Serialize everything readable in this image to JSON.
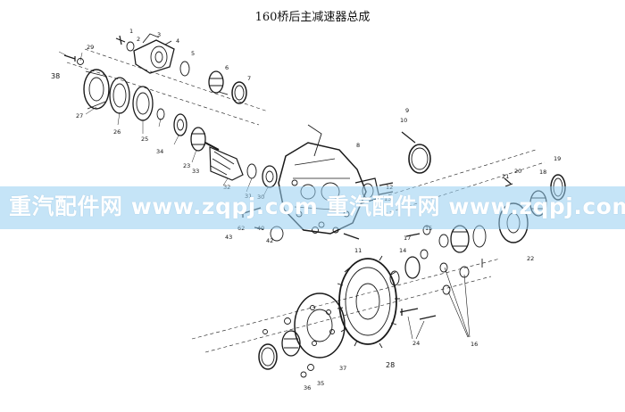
{
  "title": "160桥后主减速器总成",
  "watermark": "重汽配件网  www.zqpj.com  重汽配件网  www.zqpj.com",
  "part_labels": [
    "1",
    "2",
    "3",
    "4",
    "5",
    "6",
    "7",
    "8",
    "9",
    "10",
    "11",
    "12",
    "13",
    "14",
    "15",
    "16",
    "17",
    "18",
    "19",
    "20",
    "21",
    "22",
    "23",
    "24",
    "25",
    "26",
    "27",
    "28",
    "29",
    "30",
    "31",
    "32",
    "33",
    "34",
    "35",
    "36",
    "37",
    "38",
    "40",
    "42",
    "43",
    "62"
  ],
  "colors": {
    "ink": "#1a1a1a",
    "watermark_band": "#96cdf0",
    "watermark_text": "#ffffff"
  }
}
